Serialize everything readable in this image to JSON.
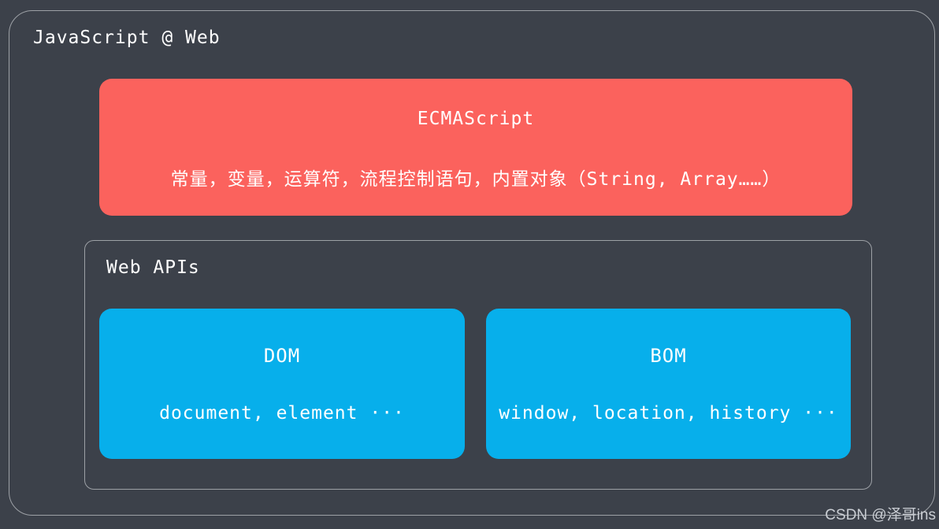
{
  "colors": {
    "background": "#3C414A",
    "frame_border": "#9DA1A6",
    "ecmascript_box": "#FB625D",
    "api_box": "#07AFEB",
    "text": "#FFFFFF",
    "watermark": "#C9CDD3"
  },
  "diagram": {
    "title": "JavaScript @ Web",
    "ecmascript": {
      "title": "ECMAScript",
      "description": "常量，变量，运算符，流程控制语句，内置对象（String, Array……）"
    },
    "web_apis": {
      "title": "Web APIs",
      "dom": {
        "title": "DOM",
        "items": "document, element ···"
      },
      "bom": {
        "title": "BOM",
        "items": "window, location, history ···"
      }
    }
  },
  "watermark": "CSDN @泽哥ins"
}
